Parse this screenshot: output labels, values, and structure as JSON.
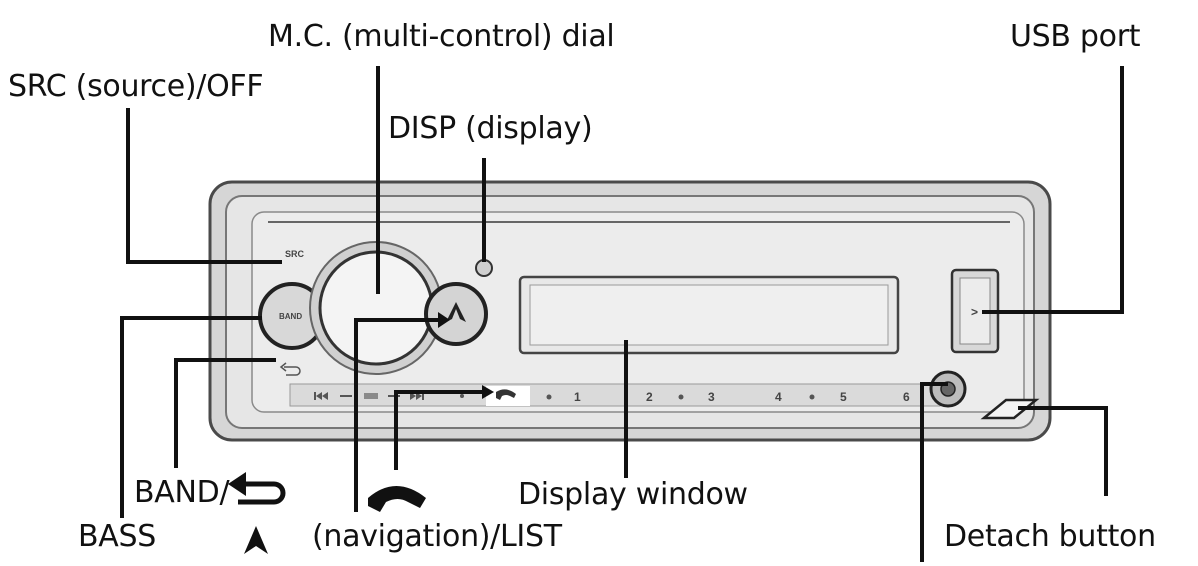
{
  "callouts": {
    "src_off": "SRC (source)/OFF",
    "mc_dial": "M.C. (multi-control) dial",
    "disp": "DISP (display)",
    "usb_port": "USB port",
    "band": "BAND/",
    "bass": "BASS",
    "navigation_list": "(navigation)/LIST",
    "display_window": "Display window",
    "detach_button": "Detach button"
  },
  "panel": {
    "src_key": "SRC",
    "band_key": "BAND",
    "presets": [
      "1",
      "2",
      "3",
      "4",
      "5",
      "6"
    ],
    "usb_symbol": ">"
  },
  "colors": {
    "line": "#111111",
    "panel_outer": "#d4d4d4",
    "panel_inner": "#e2e2e2",
    "faceplate_border": "#555555"
  },
  "icons": [
    "back-arrow-icon",
    "phone-icon",
    "up-arrow-icon",
    "skip-back-icon",
    "skip-forward-icon"
  ]
}
